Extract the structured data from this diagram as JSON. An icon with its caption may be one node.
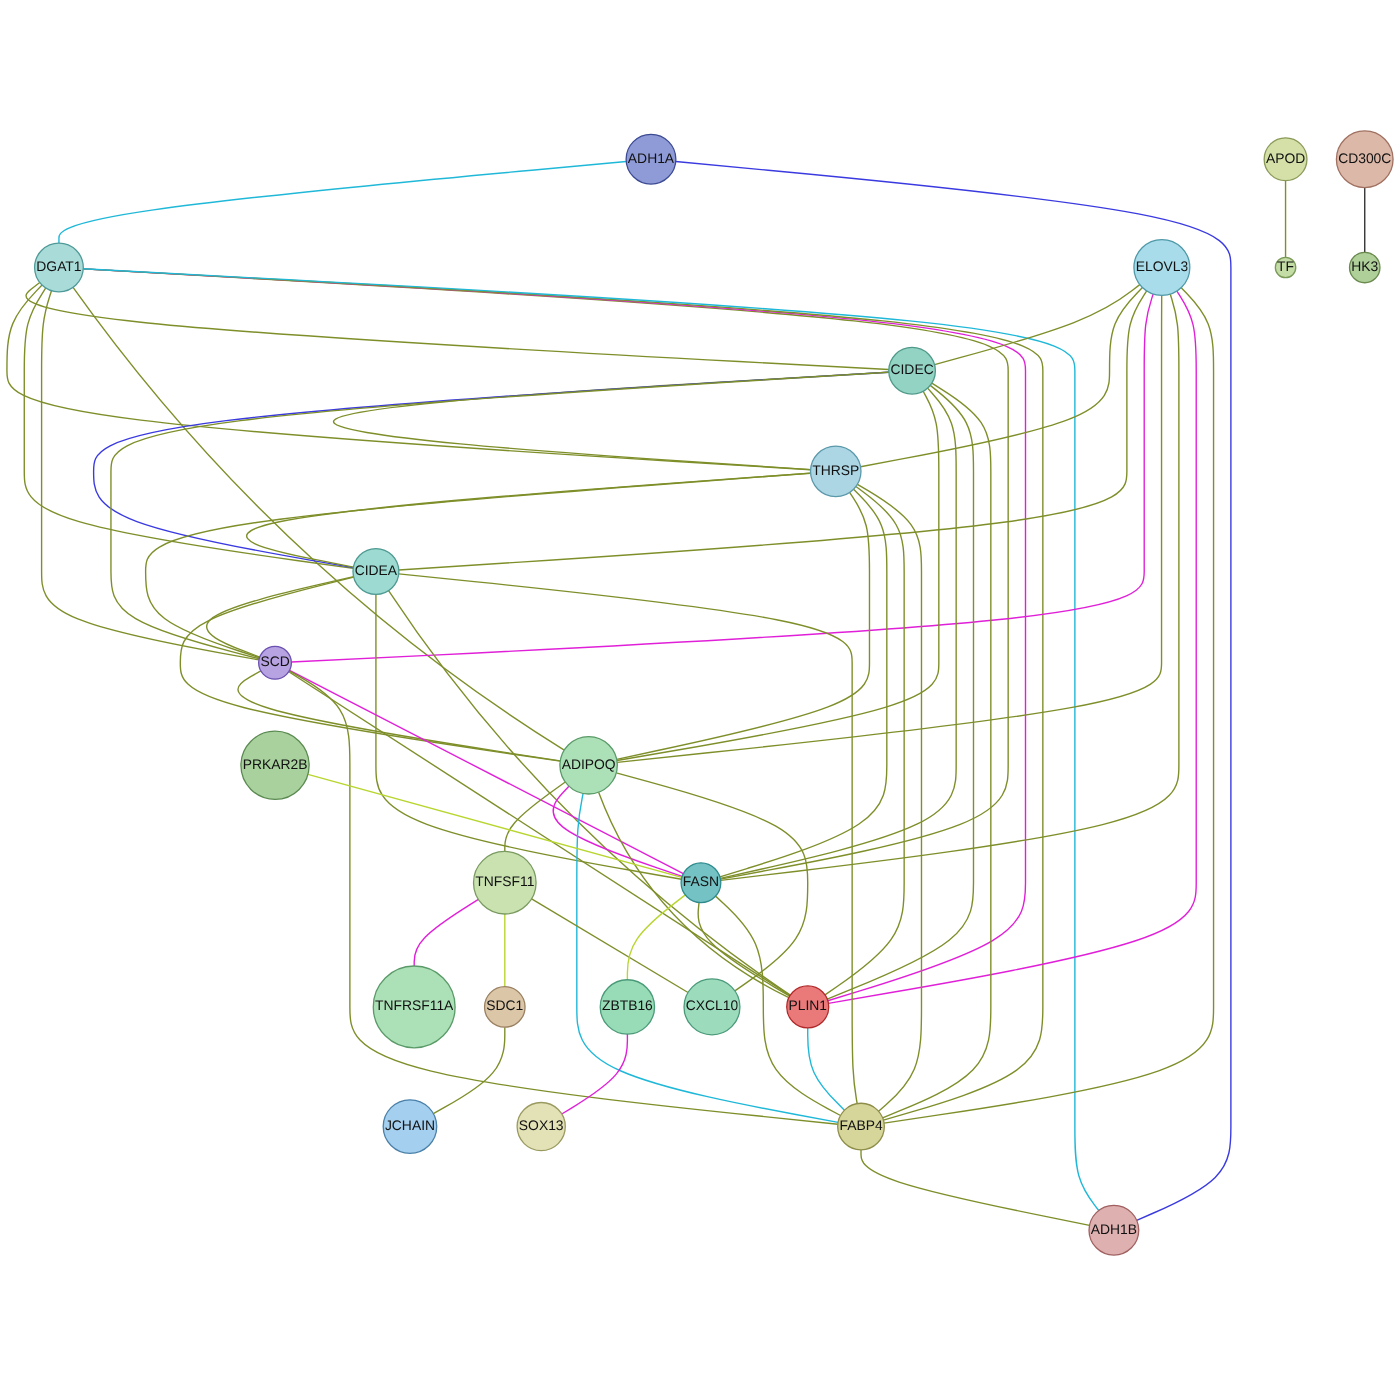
{
  "diagram": {
    "nodes": [
      {
        "text": [
          "ADH1A"
        ]
      },
      {
        "text": [
          "DGAT1"
        ]
      },
      {
        "text": [
          "ELOVL3"
        ]
      },
      {
        "text": [
          "CIDEC"
        ]
      },
      {
        "text": [
          "THRSP"
        ]
      },
      {
        "text": [
          "CIDEA"
        ]
      },
      {
        "text": [
          "SCD"
        ]
      },
      {
        "text": [
          "ADIPOQ"
        ]
      },
      {
        "text": [
          "PRKAR2B"
        ]
      },
      {
        "text": [
          "TNFSF11"
        ]
      },
      {
        "text": [
          "FASN"
        ]
      },
      {
        "text": [
          "TNFRSF11A"
        ]
      },
      {
        "text": [
          "ZBTB16"
        ]
      },
      {
        "text": [
          "SOX13"
        ]
      },
      {
        "text": [
          "SDC1"
        ]
      },
      {
        "text": [
          "PLIN1"
        ]
      },
      {
        "text": [
          "JCHAIN"
        ]
      },
      {
        "text": [
          "FABP4"
        ]
      },
      {
        "text": [
          "CXCL10"
        ]
      },
      {
        "text": [
          "ADH1B"
        ]
      },
      {
        "text": [
          "APOD"
        ]
      },
      {
        "text": [
          "TF"
        ]
      },
      {
        "text": [
          "CD300C"
        ]
      },
      {
        "text": [
          "HK3"
        ]
      }
    ],
    "edges": [
      {
        "from": 0,
        "to": 1,
        "arrow": "none",
        "color": "#1fb8d8"
      },
      {
        "from": 0,
        "to": 19,
        "arrow": "none",
        "color": "#3a3ae0"
      },
      {
        "from": 1,
        "to": 3,
        "arrow": "none"
      },
      {
        "from": 1,
        "to": 4,
        "arrow": "none"
      },
      {
        "from": 1,
        "to": 5,
        "arrow": "none"
      },
      {
        "from": 1,
        "to": 6,
        "arrow": "none"
      },
      {
        "from": 1,
        "to": 7,
        "arrow": "none"
      },
      {
        "from": 1,
        "to": 10,
        "arrow": "none"
      },
      {
        "from": 1,
        "to": 15,
        "arrow": "none",
        "color": "#e020d8"
      },
      {
        "from": 1,
        "to": 17,
        "arrow": "none"
      },
      {
        "from": 1,
        "to": 19,
        "arrow": "none",
        "color": "#1fb8d8"
      },
      {
        "from": 2,
        "to": 3,
        "arrow": "none"
      },
      {
        "from": 2,
        "to": 4,
        "arrow": "none"
      },
      {
        "from": 2,
        "to": 5,
        "arrow": "none"
      },
      {
        "from": 2,
        "to": 6,
        "arrow": "none",
        "color": "#e020d8"
      },
      {
        "from": 2,
        "to": 7,
        "arrow": "none"
      },
      {
        "from": 2,
        "to": 10,
        "arrow": "none"
      },
      {
        "from": 2,
        "to": 15,
        "arrow": "none",
        "color": "#e020d8"
      },
      {
        "from": 2,
        "to": 17,
        "arrow": "none"
      },
      {
        "from": 3,
        "to": 4,
        "arrow": "none"
      },
      {
        "from": 3,
        "to": 5,
        "arrow": "none",
        "color": "#3a3ae0"
      },
      {
        "from": 3,
        "to": 6,
        "arrow": "none"
      },
      {
        "from": 3,
        "to": 7,
        "arrow": "none"
      },
      {
        "from": 3,
        "to": 10,
        "arrow": "none"
      },
      {
        "from": 3,
        "to": 15,
        "arrow": "none"
      },
      {
        "from": 3,
        "to": 17,
        "arrow": "none"
      },
      {
        "from": 4,
        "to": 5,
        "arrow": "none"
      },
      {
        "from": 4,
        "to": 6,
        "arrow": "none"
      },
      {
        "from": 4,
        "to": 7,
        "arrow": "none"
      },
      {
        "from": 4,
        "to": 10,
        "arrow": "none"
      },
      {
        "from": 4,
        "to": 15,
        "arrow": "none"
      },
      {
        "from": 4,
        "to": 17,
        "arrow": "none"
      },
      {
        "from": 5,
        "to": 6,
        "arrow": "none"
      },
      {
        "from": 5,
        "to": 7,
        "arrow": "none"
      },
      {
        "from": 5,
        "to": 10,
        "arrow": "none"
      },
      {
        "from": 5,
        "to": 15,
        "arrow": "none"
      },
      {
        "from": 5,
        "to": 17,
        "arrow": "none"
      },
      {
        "from": 6,
        "to": 7,
        "arrow": "none"
      },
      {
        "from": 6,
        "to": 10,
        "arrow": "none",
        "color": "#e020d8"
      },
      {
        "from": 6,
        "to": 15,
        "arrow": "none"
      },
      {
        "from": 6,
        "to": 17,
        "arrow": "none"
      },
      {
        "from": 7,
        "to": 9,
        "arrow": "none"
      },
      {
        "from": 7,
        "to": 10,
        "arrow": "none",
        "color": "#e020d8"
      },
      {
        "from": 7,
        "to": 15,
        "arrow": "none"
      },
      {
        "from": 7,
        "to": 17,
        "arrow": "none",
        "color": "#1fb8d8"
      },
      {
        "from": 7,
        "to": 18,
        "arrow": "none"
      },
      {
        "from": 8,
        "to": 10,
        "arrow": "none",
        "color": "#b8d630"
      },
      {
        "from": 9,
        "to": 11,
        "arrow": "none",
        "color": "#e020d8"
      },
      {
        "from": 9,
        "to": 14,
        "arrow": "none",
        "color": "#b8d630"
      },
      {
        "from": 9,
        "to": 18,
        "arrow": "none"
      },
      {
        "from": 10,
        "to": 12,
        "arrow": "none",
        "color": "#b8d630"
      },
      {
        "from": 10,
        "to": 15,
        "arrow": "none"
      },
      {
        "from": 10,
        "to": 17,
        "arrow": "none"
      },
      {
        "from": 12,
        "to": 13,
        "arrow": "none",
        "color": "#e020d8"
      },
      {
        "from": 14,
        "to": 16,
        "arrow": "none"
      },
      {
        "from": 15,
        "to": 17,
        "arrow": "none",
        "color": "#1fb8d8"
      },
      {
        "from": 17,
        "to": 19,
        "arrow": "none"
      },
      {
        "from": 20,
        "to": 21,
        "arrow": "none"
      },
      {
        "from": 22,
        "to": 23,
        "arrow": "none",
        "color": "#333333"
      }
    ]
  }
}
